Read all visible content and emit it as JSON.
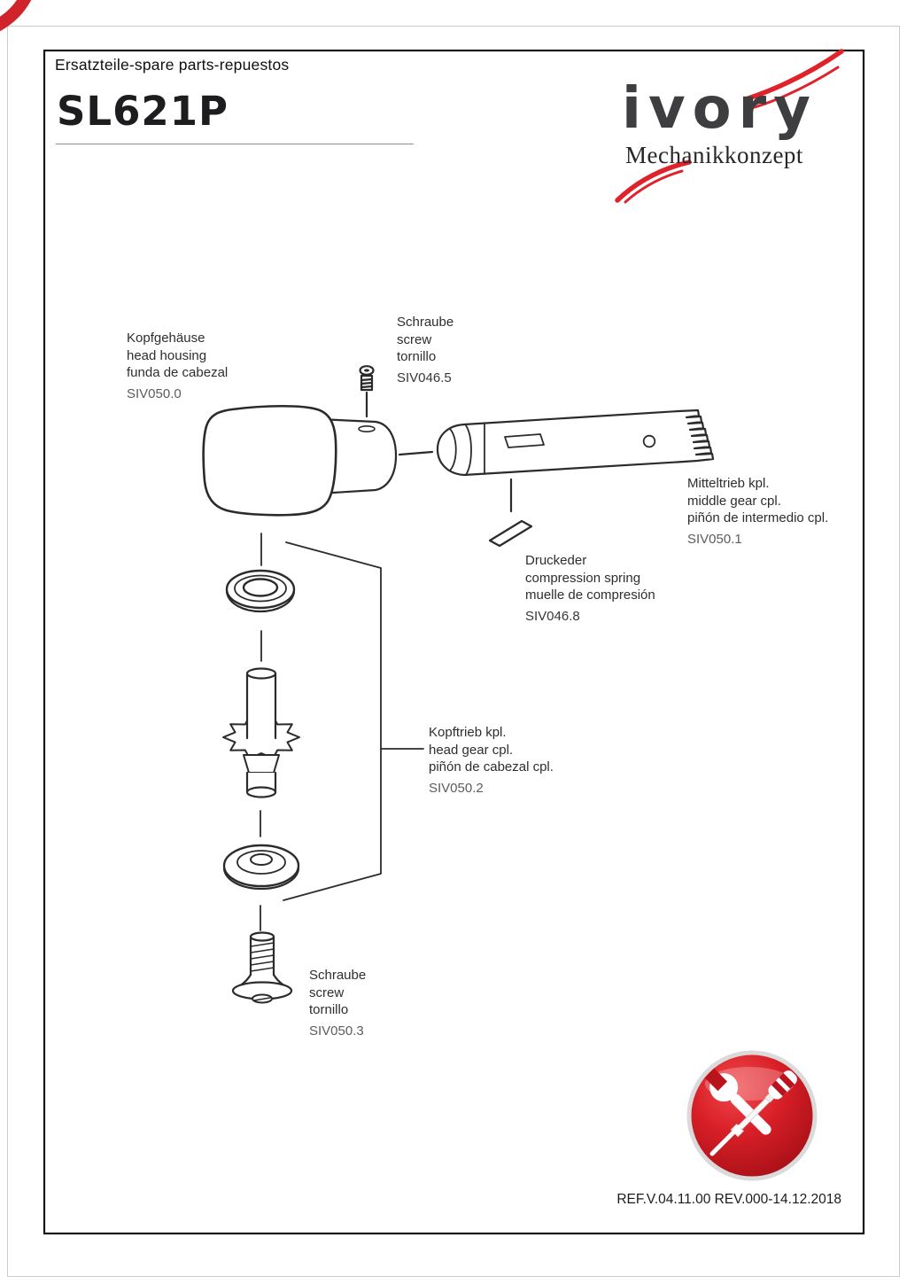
{
  "page": {
    "header": "Ersatzteile-spare parts-repuestos",
    "model": "SL621P",
    "footer": "REF.V.04.11.00 REV.000-14.12.2018",
    "accent_color": "#d92329",
    "line_color": "#2b2b2b"
  },
  "logo": {
    "wordmark": "ivory",
    "subtitle": "Mechanikkonzept"
  },
  "parts": [
    {
      "key": "head-housing",
      "lines": [
        "Kopfgehäuse",
        "head housing",
        "funda de cabezal"
      ],
      "ref": "SIV050.0"
    },
    {
      "key": "screw-top",
      "lines": [
        "Schraube",
        "screw",
        "tornillo"
      ],
      "ref": "SIV046.5"
    },
    {
      "key": "middle-gear",
      "lines": [
        "Mitteltrieb kpl.",
        "middle gear cpl.",
        "piñón de intermedio cpl."
      ],
      "ref": "SIV050.1"
    },
    {
      "key": "compression-spring",
      "lines": [
        "Druckeder",
        "compression spring",
        "muelle de compresión"
      ],
      "ref": "SIV046.8"
    },
    {
      "key": "head-gear",
      "lines": [
        "Kopftrieb kpl.",
        "head gear cpl.",
        "piñón de cabezal cpl."
      ],
      "ref": "SIV050.2"
    },
    {
      "key": "screw-bottom",
      "lines": [
        "Schraube",
        "screw",
        "tornillo"
      ],
      "ref": "SIV050.3"
    }
  ],
  "badge": {
    "icon": "wrench-and-screwdriver"
  }
}
